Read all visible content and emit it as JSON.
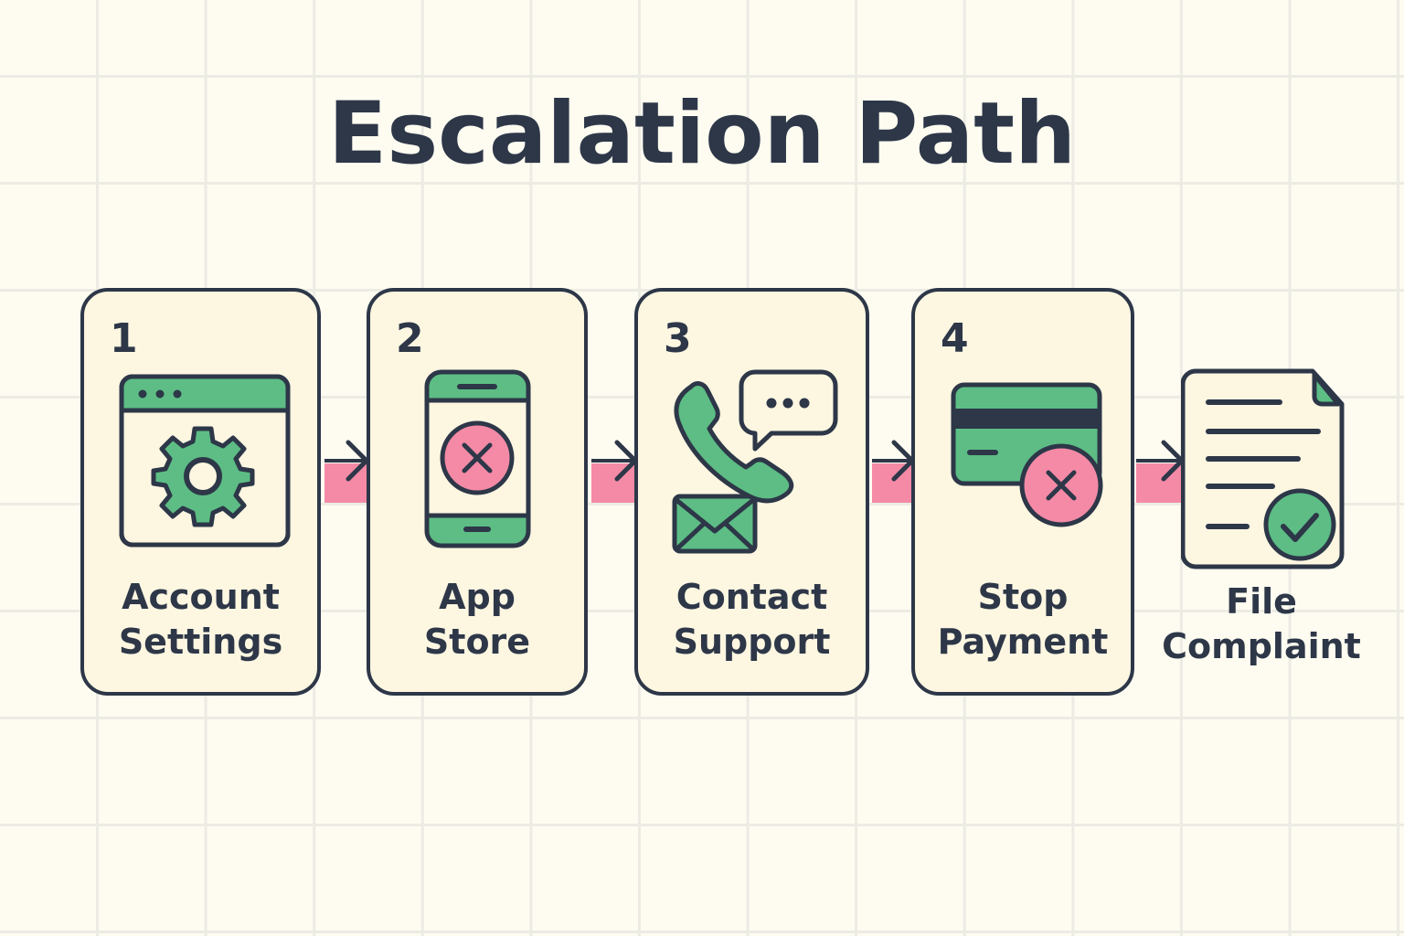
{
  "title": "Escalation Path",
  "colors": {
    "background": "#fefcf1",
    "grid": "#ecebe4",
    "card_fill": "#fdf6e1",
    "outline": "#2d3748",
    "green": "#5dbd85",
    "pink": "#f48aa6"
  },
  "steps": [
    {
      "number": "1",
      "line1": "Account",
      "line2": "Settings",
      "icon": "browser-gear-icon"
    },
    {
      "number": "2",
      "line1": "App",
      "line2": "Store",
      "icon": "phone-cancel-icon"
    },
    {
      "number": "3",
      "line1": "Contact",
      "line2": "Support",
      "icon": "phone-chat-mail-icon"
    },
    {
      "number": "4",
      "line1": "Stop",
      "line2": "Payment",
      "icon": "card-cancel-icon"
    }
  ],
  "final_step": {
    "line1": "File",
    "line2": "Complaint",
    "icon": "document-check-icon"
  }
}
